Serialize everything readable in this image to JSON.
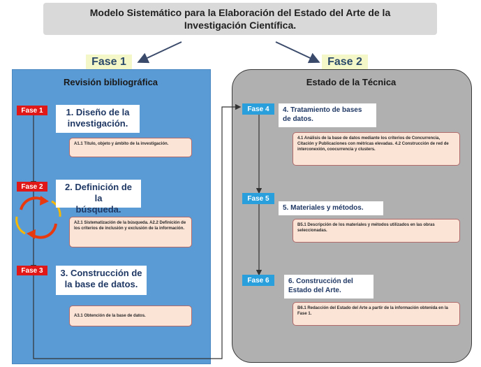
{
  "title": {
    "line1": "Modelo Sistemático para la Elaboración del Estado del Arte de la",
    "line2": "Investigación Científica."
  },
  "phases": {
    "phase1_label": "Fase 1",
    "phase2_label": "Fase 2"
  },
  "left_panel": {
    "title": "Revisión bibliográfica",
    "steps": [
      {
        "tag": "Fase 1",
        "title_line1": "1.  Diseño de la",
        "title_line2": "investigación.",
        "detail": "A1.1 Título, objeto y ámbito de la investigación."
      },
      {
        "tag": "Fase 2",
        "title_line1": "2. Definición de la",
        "title_line2": "búsqueda.",
        "detail": "A2.1 Sistematización de la búsqueda. A2.2 Definición de los criterios de inclusión y exclusión de la información."
      },
      {
        "tag": "Fase 3",
        "title_line1": "3. Construcción de",
        "title_line2": "la base de datos.",
        "detail": "A3.1 Obtención de la base de datos."
      }
    ]
  },
  "right_panel": {
    "title": "Estado de la Técnica",
    "steps": [
      {
        "tag": "Fase 4",
        "title_line1": "4. Tratamiento de bases",
        "title_line2": "de datos.",
        "detail": "4.1 Análisis de la base de datos mediante los criterios de Concurrencia, Citación y Publicaciones con métricas elevadas. 4.2 Construcción de red de interconexión, coocurrencia y clusters."
      },
      {
        "tag": "Fase 5",
        "title_line1": "5. Materiales y métodos.",
        "title_line2": "",
        "detail": "B5.1 Descripción de los materiales y métodos utilizados en las obras seleccionadas."
      },
      {
        "tag": "Fase 6",
        "title_line1": "6. Construcción del",
        "title_line2": "Estado del Arte.",
        "detail": "B6.1 Redacción del Estado del Arte a partir de la información obtenida en la Fase 1."
      }
    ]
  },
  "colors": {
    "left_panel": "#5b9bd5",
    "right_panel": "#b0b0b0",
    "tag_red": "#e01818",
    "tag_blue": "#29a0dc",
    "detail_fill": "#fbe3d6",
    "cycle_arrow": "#e8380d"
  }
}
